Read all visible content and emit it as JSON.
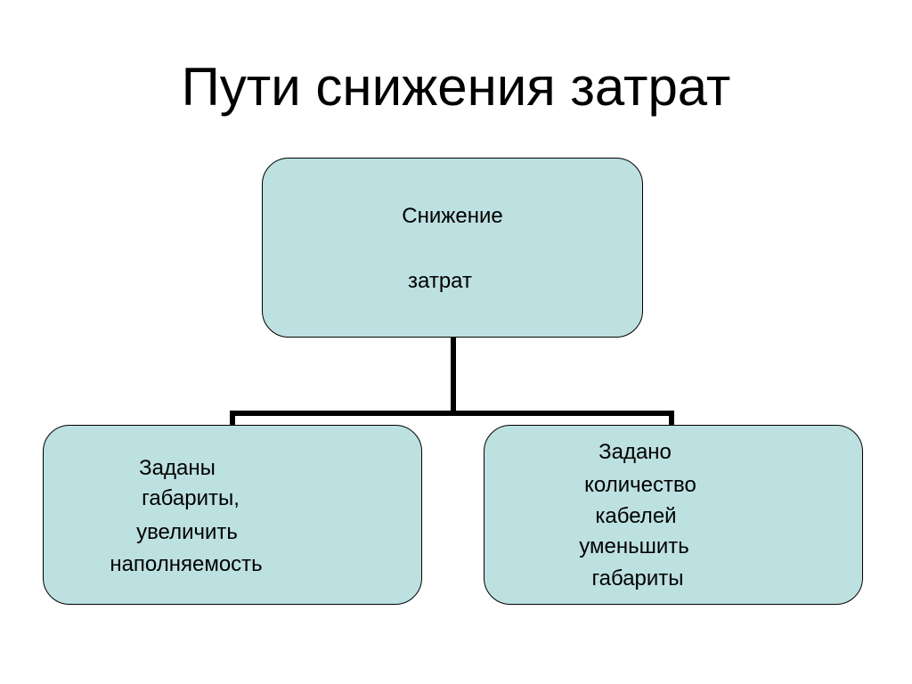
{
  "slide": {
    "title": "Пути снижения затрат"
  },
  "diagram": {
    "root": {
      "lines": [
        "Снижение",
        "затрат"
      ]
    },
    "left": {
      "lines": [
        "Заданы",
        "габариты,",
        "увеличить",
        "наполняемость"
      ]
    },
    "right": {
      "lines": [
        "Задано",
        "количество",
        "кабелей",
        "уменьшить",
        "габариты"
      ]
    }
  },
  "colors": {
    "node_fill": "#bde0e1",
    "node_border": "#000000",
    "connector": "#000000",
    "background": "#ffffff"
  }
}
